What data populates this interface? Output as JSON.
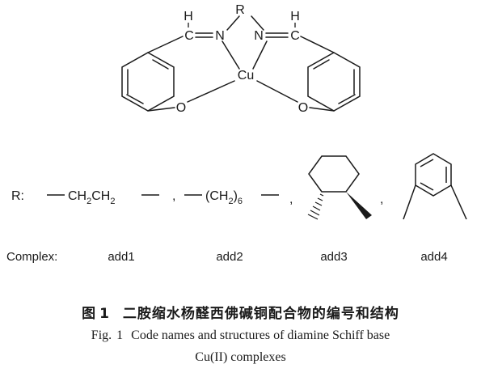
{
  "diagram": {
    "core_atoms": {
      "r": "R",
      "h_left": "H",
      "h_right": "H",
      "c_left": "C",
      "c_right": "C",
      "n_left": "N",
      "n_right": "N",
      "cu": "Cu",
      "o_left": "O",
      "o_right": "O"
    },
    "substituents": {
      "row_label": "R:",
      "ethylene_main1": "CH",
      "ethylene_sub1": "2",
      "ethylene_main2": "CH",
      "ethylene_sub2": "2",
      "hexyl_open": "(CH",
      "hexyl_sub2": "2",
      "hexyl_close": ")",
      "hexyl_sub6": "6",
      "sep1": ",",
      "sep2": ",",
      "sep3": ","
    },
    "complex_row": {
      "label": "Complex:",
      "names": [
        "add1",
        "add2",
        "add3",
        "add4"
      ]
    }
  },
  "caption": {
    "cn_prefix": "图",
    "cn_number": "1",
    "cn_text": "二胺缩水杨醛西佛碱铜配合物的编号和结构",
    "en_line1_prefix": "Fig.",
    "en_line1_number": "1",
    "en_line1_text": "Code names and structures of diamine Schiff base",
    "en_line2": "Cu(II) complexes"
  }
}
